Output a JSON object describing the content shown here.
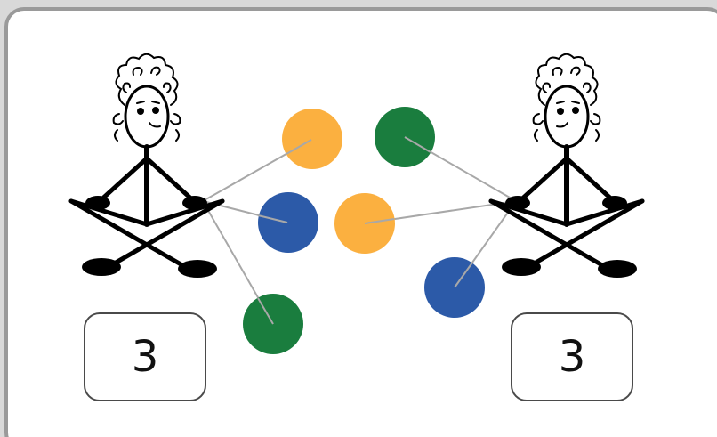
{
  "left_group": {
    "count": "3",
    "marbles": [
      "orange",
      "blue",
      "green"
    ]
  },
  "right_group": {
    "count": "3",
    "marbles": [
      "green",
      "orange",
      "blue"
    ]
  },
  "colors": {
    "orange": "#FBB040",
    "blue": "#2C5AA8",
    "green": "#1A7D3E",
    "connector": "#a8a8a8",
    "figure": "#000000",
    "frame": "#9a9a9a"
  }
}
